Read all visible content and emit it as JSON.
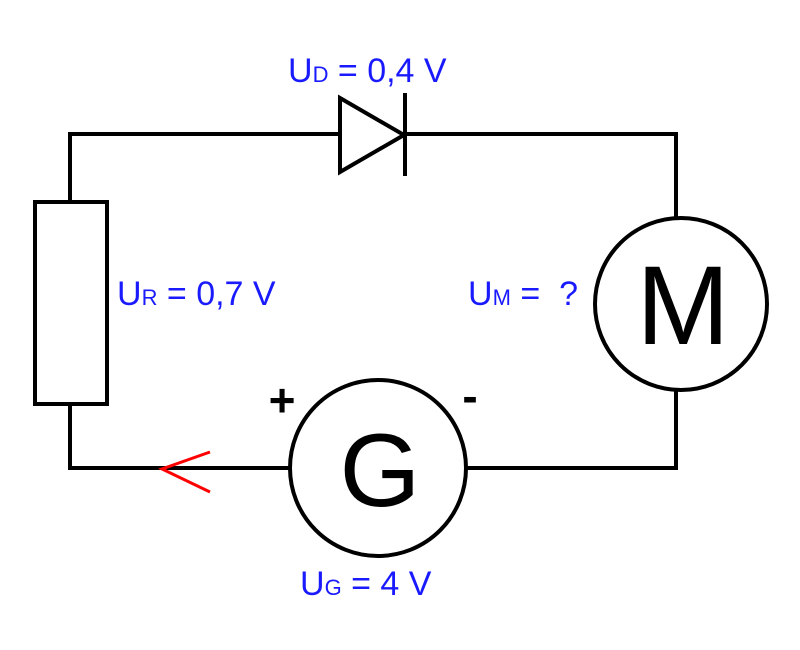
{
  "colors": {
    "wire": "#000000",
    "label": "#1a1aff",
    "arrow": "#ff0000",
    "background": "#ffffff"
  },
  "labels": {
    "diode": {
      "symbol": "U",
      "subscript": "D",
      "rest": " = 0,4 V"
    },
    "resistor": {
      "symbol": "U",
      "subscript": "R",
      "rest": " = 0,7 V"
    },
    "motor": {
      "symbol": "U",
      "subscript": "M",
      "rest": " =  ?"
    },
    "generator": {
      "symbol": "U",
      "subscript": "G",
      "rest": " = 4 V"
    }
  },
  "components": {
    "motor_letter": "M",
    "generator_letter": "G",
    "plus_sign": "+",
    "minus_sign": "-"
  },
  "current_arrow": {
    "direction": "left"
  }
}
